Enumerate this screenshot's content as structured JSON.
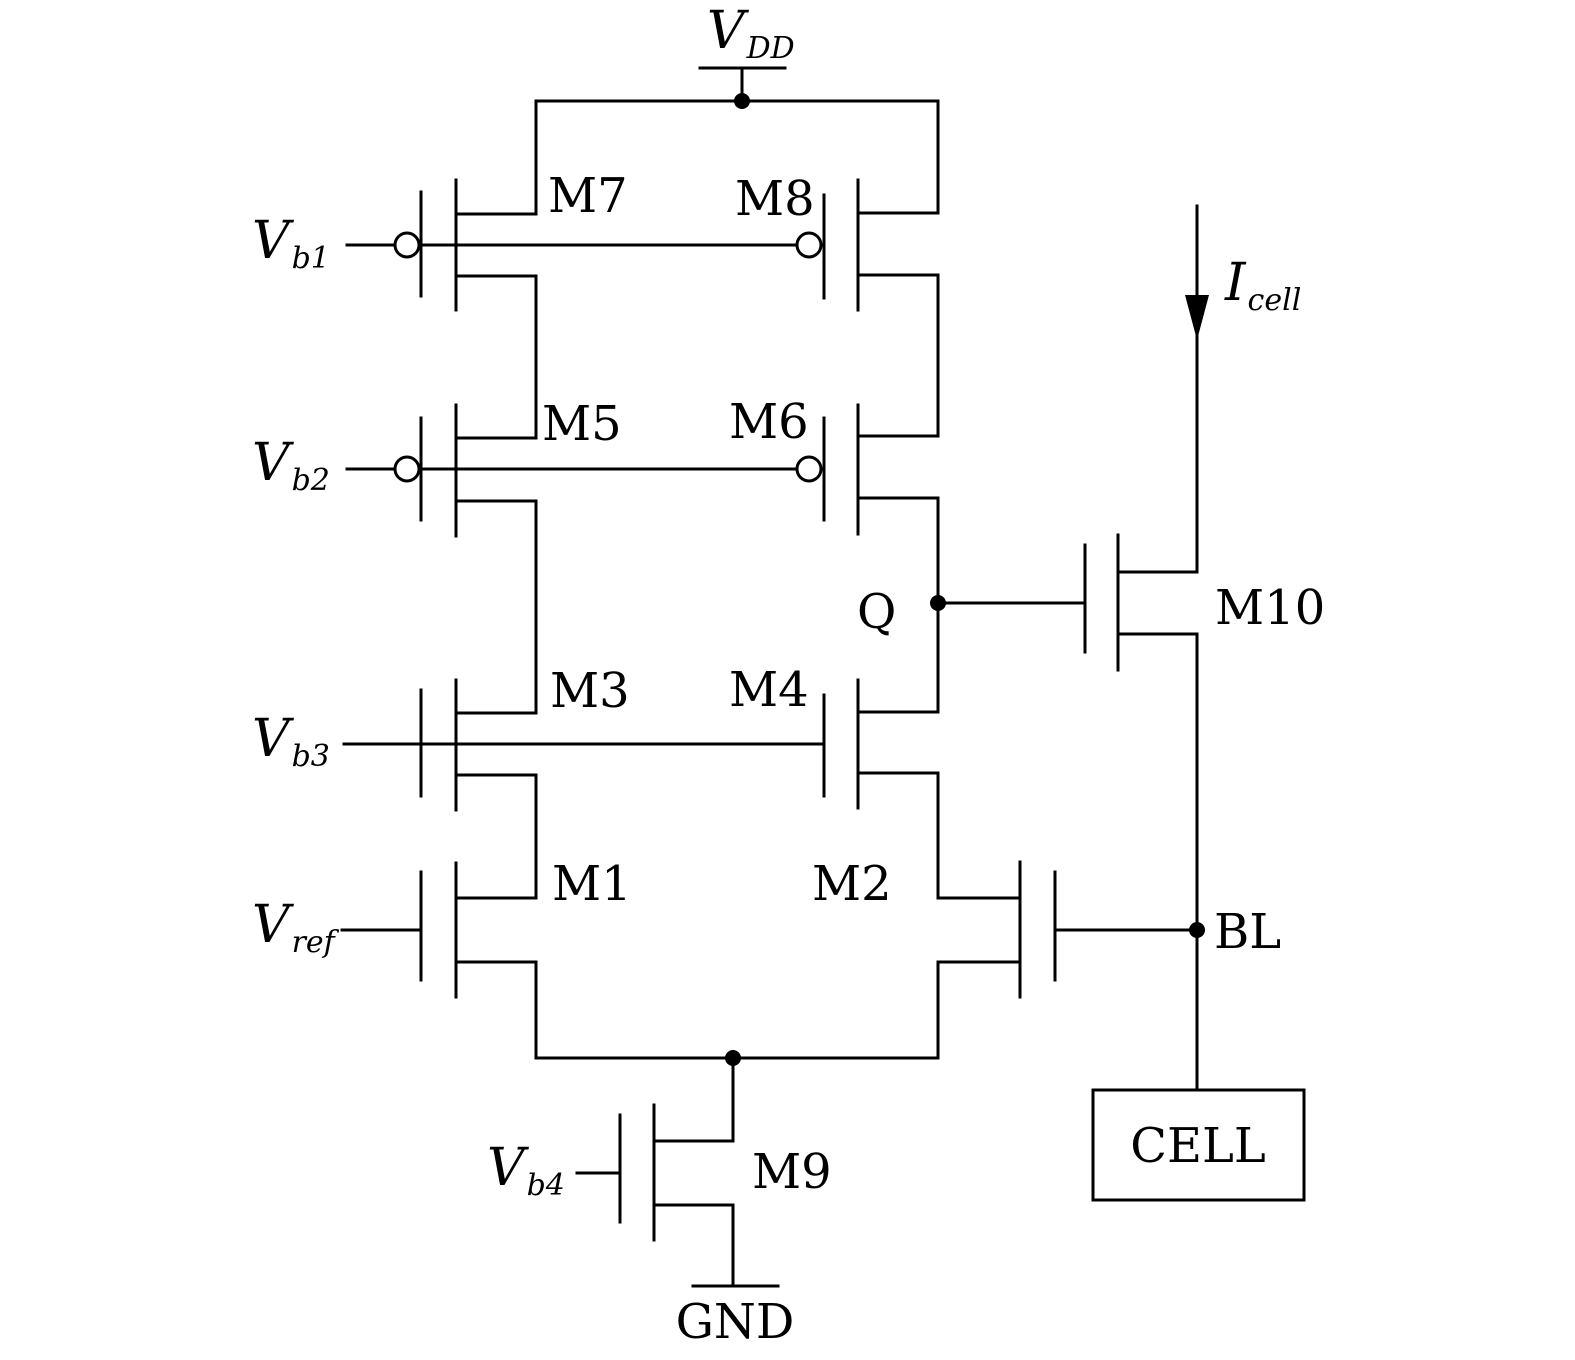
{
  "supply": {
    "label": "V",
    "sub": "DD"
  },
  "ground": {
    "label": "GND"
  },
  "bias": {
    "vb1": {
      "label": "V",
      "sub": "b1"
    },
    "vb2": {
      "label": "V",
      "sub": "b2"
    },
    "vb3": {
      "label": "V",
      "sub": "b3"
    },
    "vb4": {
      "label": "V",
      "sub": "b4"
    },
    "vref": {
      "label": "V",
      "sub": "ref"
    }
  },
  "current": {
    "label": "I",
    "sub": "cell"
  },
  "nodes": {
    "q": "Q",
    "bl": "BL"
  },
  "cell": {
    "label": "CELL"
  },
  "transistors": {
    "m1": "M1",
    "m2": "M2",
    "m3": "M3",
    "m4": "M4",
    "m5": "M5",
    "m6": "M6",
    "m7": "M7",
    "m8": "M8",
    "m9": "M9",
    "m10": "M10"
  }
}
